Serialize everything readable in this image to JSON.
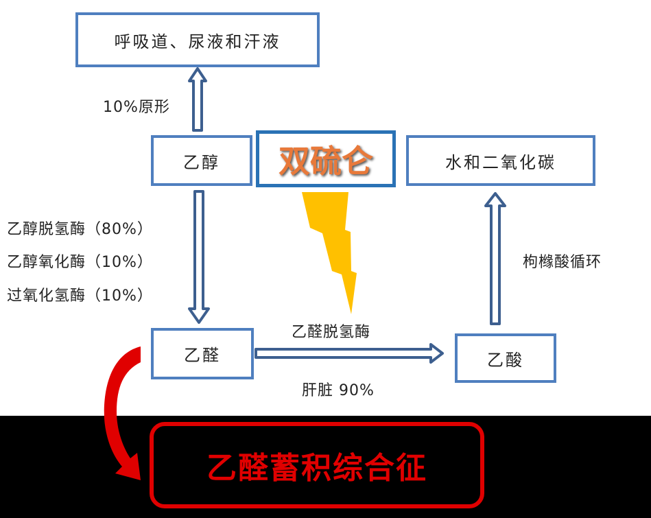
{
  "nodes": {
    "excretion": "呼吸道、尿液和汗液",
    "ethanol": "乙醇",
    "disulfiram": "双硫仑",
    "water_co2": "水和二氧化碳",
    "acetaldehyde": "乙醛",
    "acetic_acid": "乙酸",
    "syndrome": "乙醛蓄积综合征"
  },
  "labels": {
    "unchanged": "10%原形",
    "adh": "乙醇脱氢酶（80%）",
    "meos": "乙醇氧化酶（10%）",
    "catalase": "过氧化氢酶（10%）",
    "aldh": "乙醛脱氢酶",
    "liver": "肝脏 90%",
    "tca": "枸橼酸循环"
  },
  "colors": {
    "box_border": "#4f7fbf",
    "arrow": "#3d5f8f",
    "drug_text": "#e8793a",
    "lightning": "#ffc000",
    "alert": "#e00000"
  }
}
